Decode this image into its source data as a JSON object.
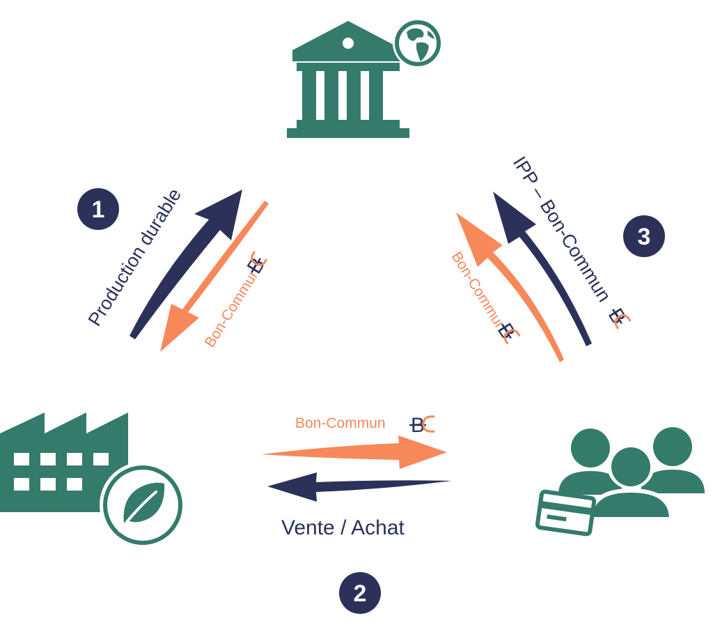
{
  "colors": {
    "green": "#347b6c",
    "navy": "#2b3159",
    "orange": "#f7885a",
    "white": "#ffffff"
  },
  "steps": [
    {
      "number": "1"
    },
    {
      "number": "2"
    },
    {
      "number": "3"
    }
  ],
  "labels": {
    "production": "Production durable",
    "bc_left": "Bon-Commun",
    "bc_bottom": "Bon-Commun",
    "vente": "Vente / Achat",
    "bc_right": "Bon-Commun",
    "ipp": "IPP – Bon-Commun"
  },
  "currency_symbol": "B",
  "icons": {
    "bank": "bank-icon",
    "globe": "globe-icon",
    "factory": "factory-icon",
    "leaf": "leaf-icon",
    "people": "people-group-icon",
    "card": "credit-card-icon"
  }
}
